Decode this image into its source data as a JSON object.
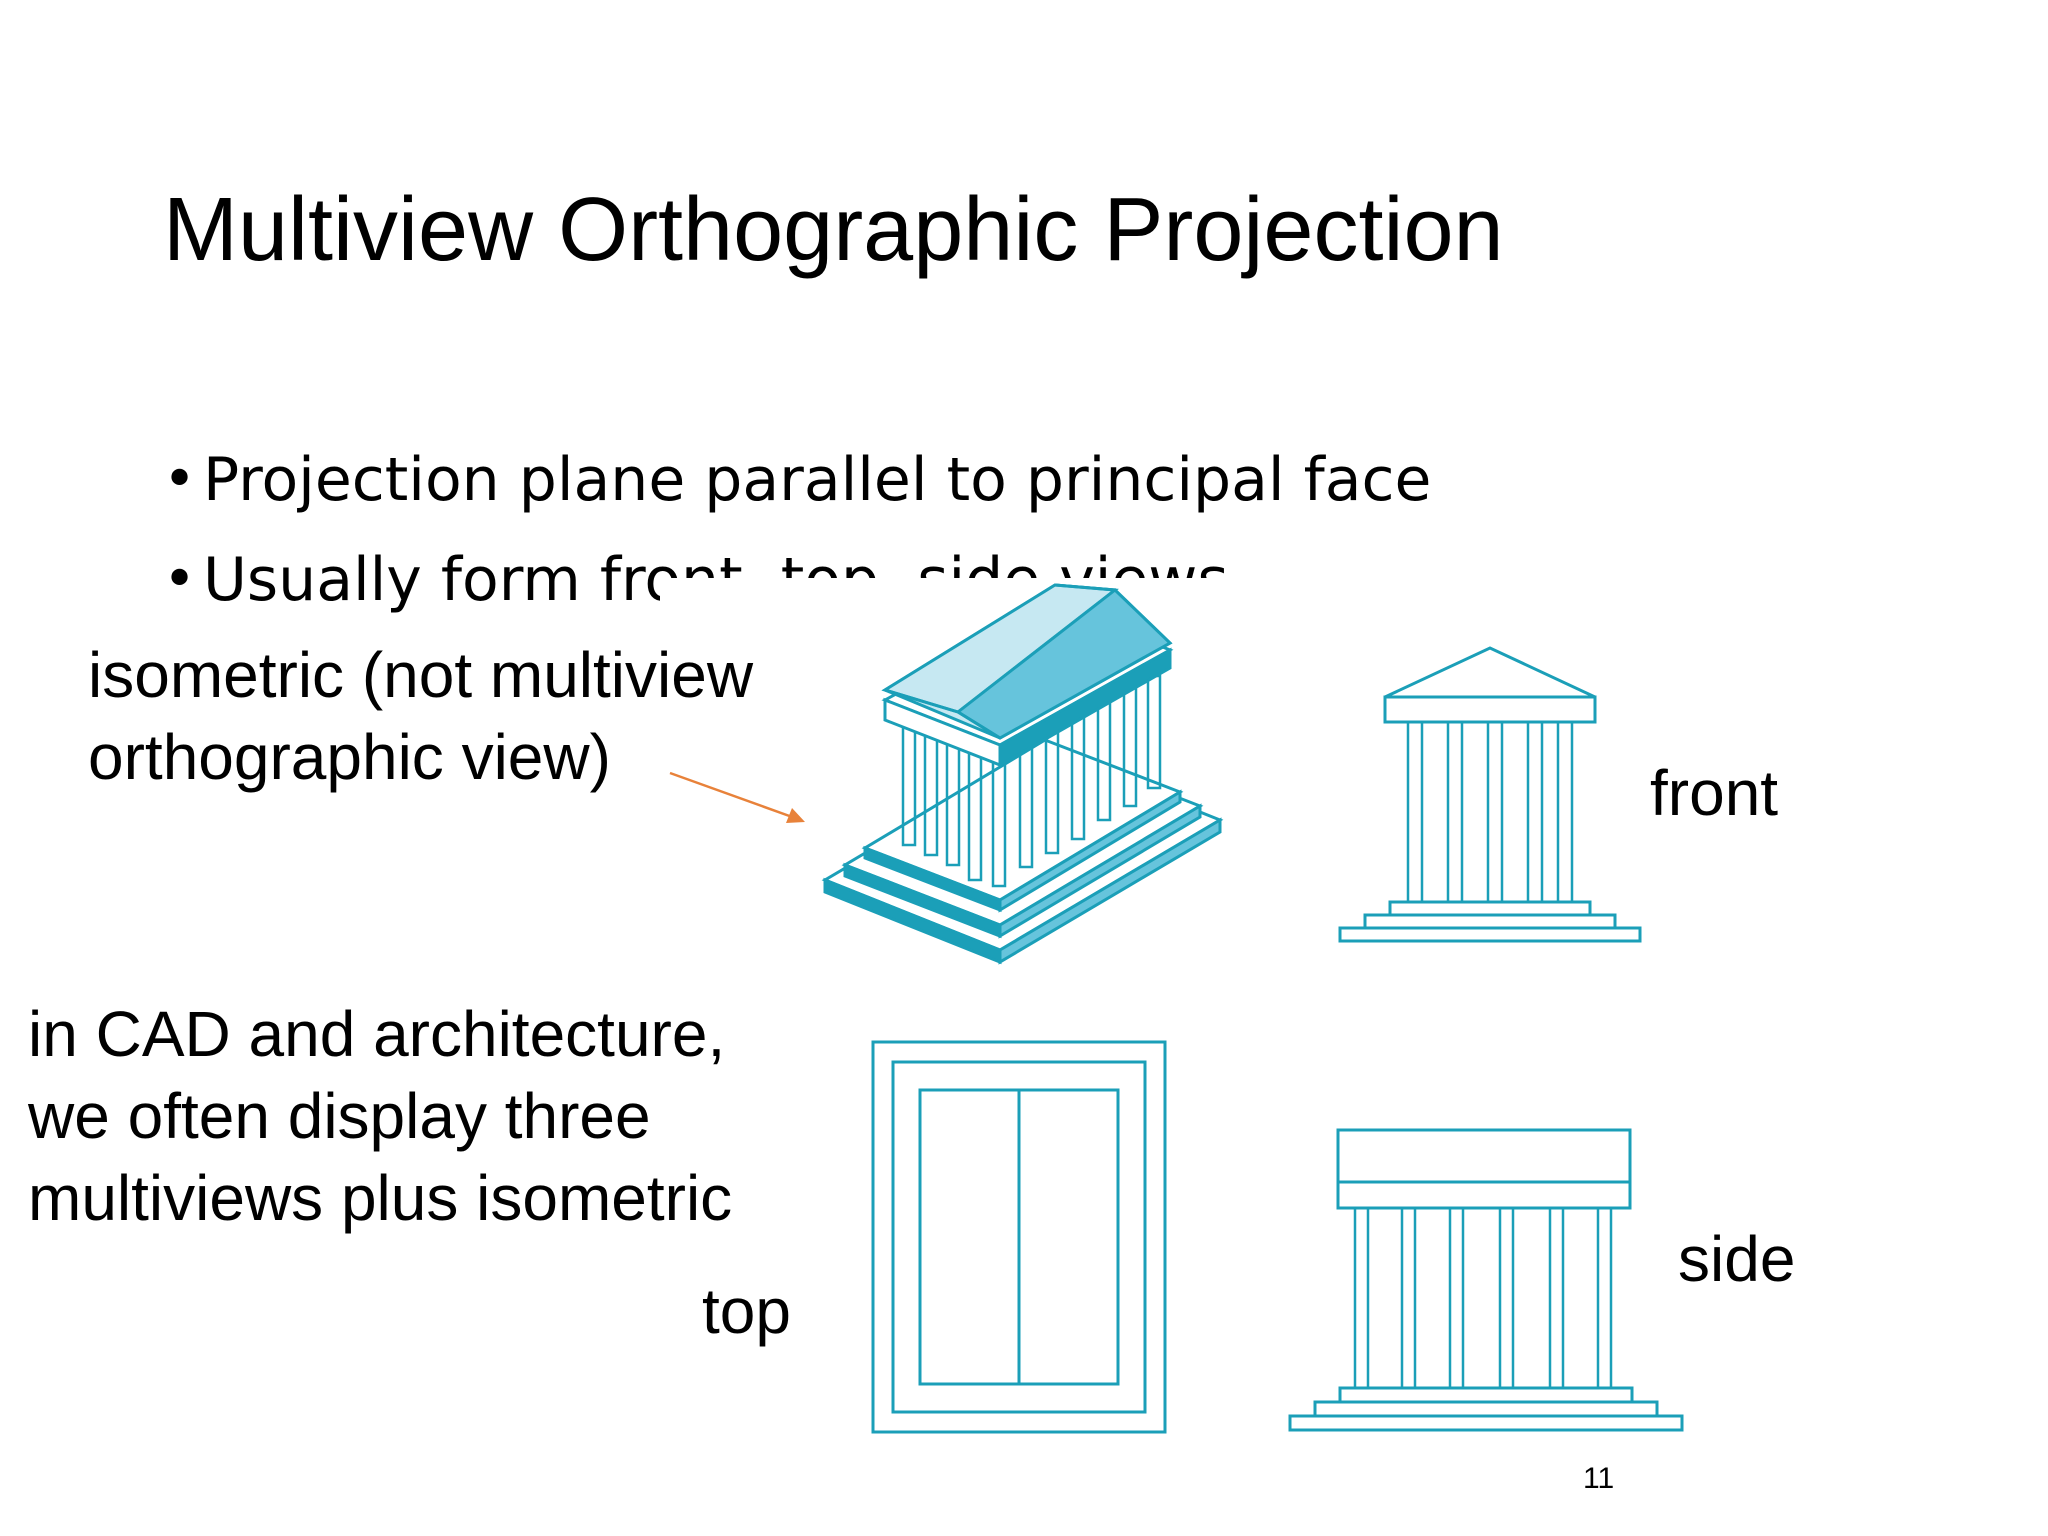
{
  "slide": {
    "title": "Multiview Orthographic Projection",
    "bullets": [
      "Projection plane parallel to principal face",
      "Usually form front, top, side views"
    ],
    "bullet_symbol": "•",
    "page_number": "11"
  },
  "labels": {
    "isometric_line1": "isometric (not multiview",
    "isometric_line2": "orthographic view)",
    "cad_line1": "in CAD and  architecture,",
    "cad_line2": "we often display three",
    "cad_line3": "multiviews plus isometric",
    "front": "front",
    "top": "top",
    "side": "side"
  },
  "colors": {
    "drawing": "#1b9fb8",
    "roof_fill": "#66c4dc",
    "roof_light": "#c6e8f2",
    "arrow": "#e8823a"
  }
}
